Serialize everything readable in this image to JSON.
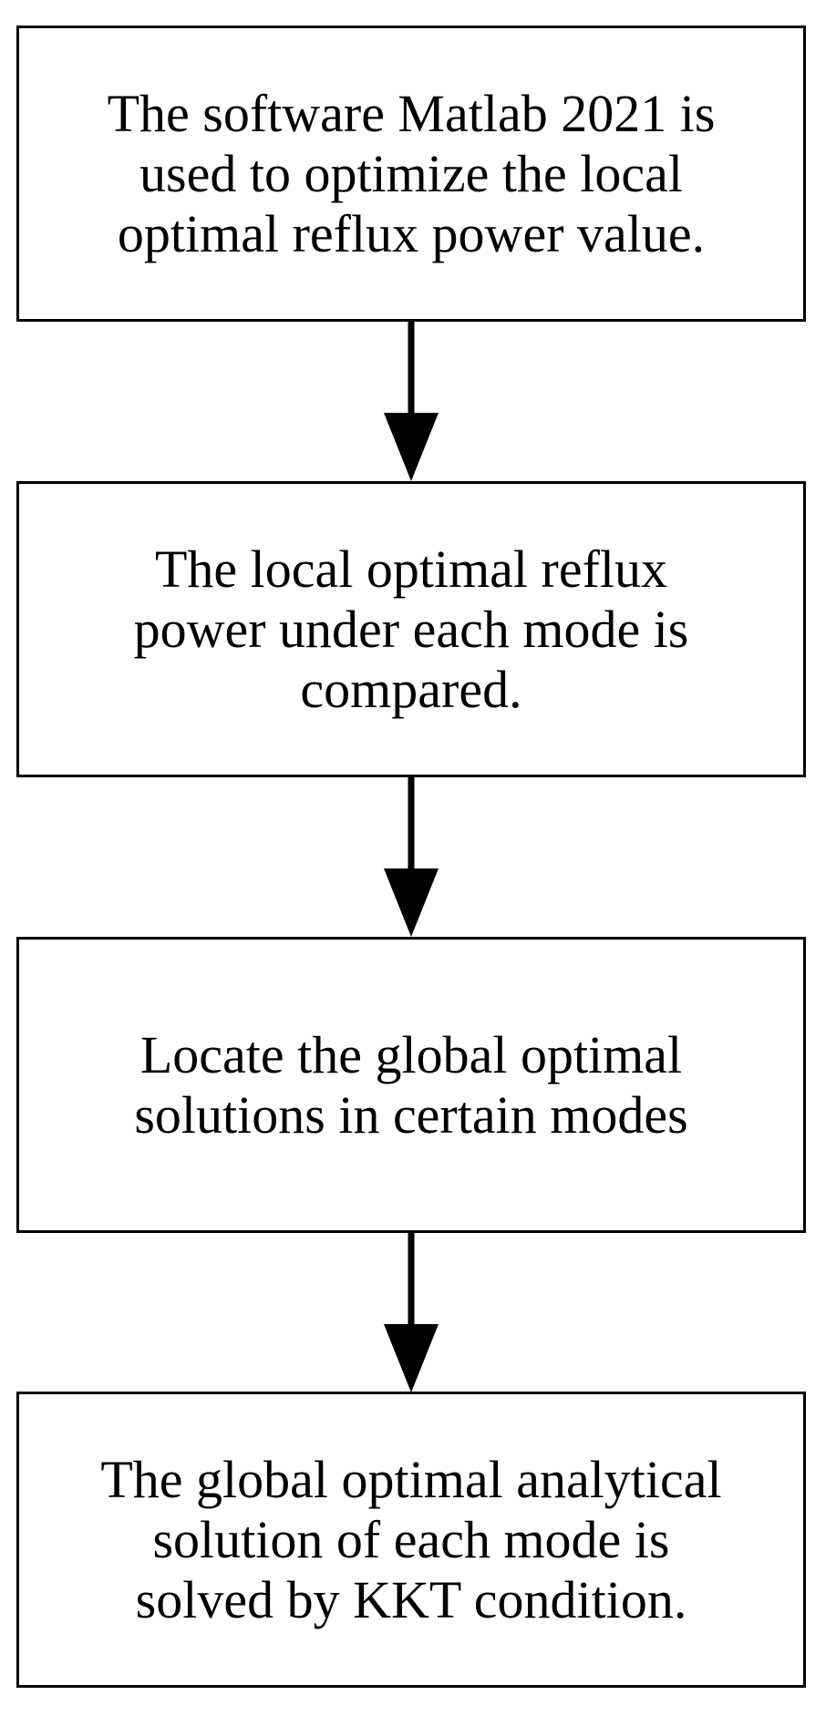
{
  "flowchart": {
    "steps": [
      {
        "line1": "The software Matlab 2021 is",
        "line2": "used to optimize the local",
        "line3": "optimal reflux power value."
      },
      {
        "line1": "The local optimal reflux",
        "line2": "power under each mode is",
        "line3": "compared."
      },
      {
        "line1": "Locate the global optimal",
        "line2": "solutions in certain modes"
      },
      {
        "line1": "The global optimal analytical",
        "line2": "solution of each mode is",
        "line3": "solved by KKT condition."
      }
    ],
    "colors": {
      "stroke": "#000000",
      "background": "#ffffff",
      "text": "#000000"
    }
  }
}
